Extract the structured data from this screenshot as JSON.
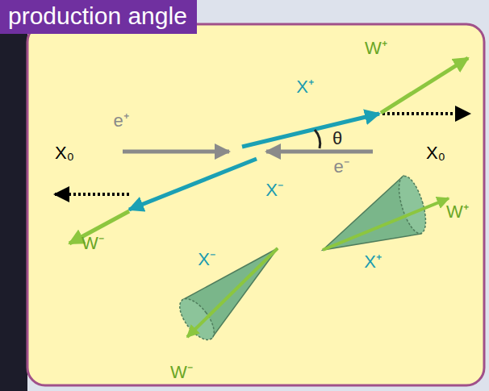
{
  "diagram": {
    "title": "production angle",
    "labels": [
      "W⁺",
      "X⁺",
      "e⁺",
      "θ",
      "X₀",
      "X₀",
      "e⁻",
      "X⁻",
      "W⁻",
      "X⁻",
      "W⁺",
      "X⁺",
      "W⁻"
    ]
  }
}
